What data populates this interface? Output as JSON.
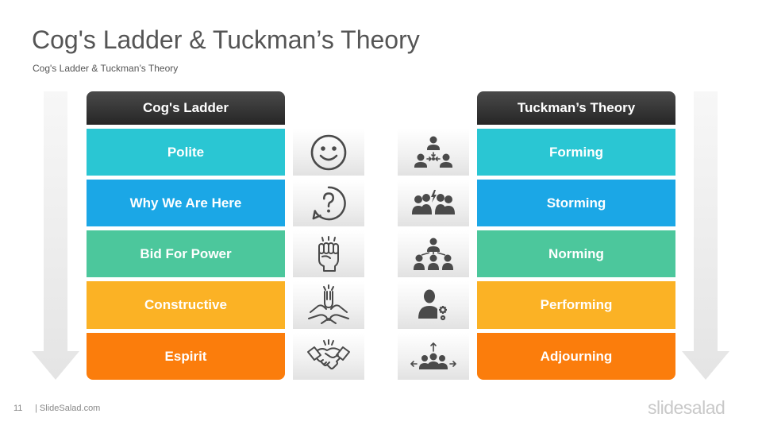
{
  "title": "Cog's Ladder & Tuckman’s Theory",
  "subtitle": "Cog's Ladder & Tuckman’s Theory",
  "left": {
    "header": "Cog's Ladder",
    "stages": [
      {
        "label": "Polite",
        "color": "#2ac6d3",
        "icon": "smiley-face-icon"
      },
      {
        "label": "Why We Are Here",
        "color": "#1ba7e6",
        "icon": "question-mark-icon"
      },
      {
        "label": "Bid For Power",
        "color": "#4cc79c",
        "icon": "raised-fist-icon"
      },
      {
        "label": "Constructive",
        "color": "#fbb225",
        "icon": "hands-teamwork-icon"
      },
      {
        "label": "Espirit",
        "color": "#fb7d0c",
        "icon": "handshake-icon"
      }
    ]
  },
  "right": {
    "header": "Tuckman’s Theory",
    "stages": [
      {
        "label": "Forming",
        "color": "#2ac6d3",
        "icon": "group-converge-icon"
      },
      {
        "label": "Storming",
        "color": "#1ba7e6",
        "icon": "group-conflict-icon"
      },
      {
        "label": "Norming",
        "color": "#4cc79c",
        "icon": "group-network-icon"
      },
      {
        "label": "Performing",
        "color": "#fbb225",
        "icon": "person-gears-icon"
      },
      {
        "label": "Adjourning",
        "color": "#fb7d0c",
        "icon": "group-disperse-icon"
      }
    ]
  },
  "footer": {
    "page_number": "11",
    "site": "| SlideSalad.com",
    "brand": "slidesalad"
  }
}
